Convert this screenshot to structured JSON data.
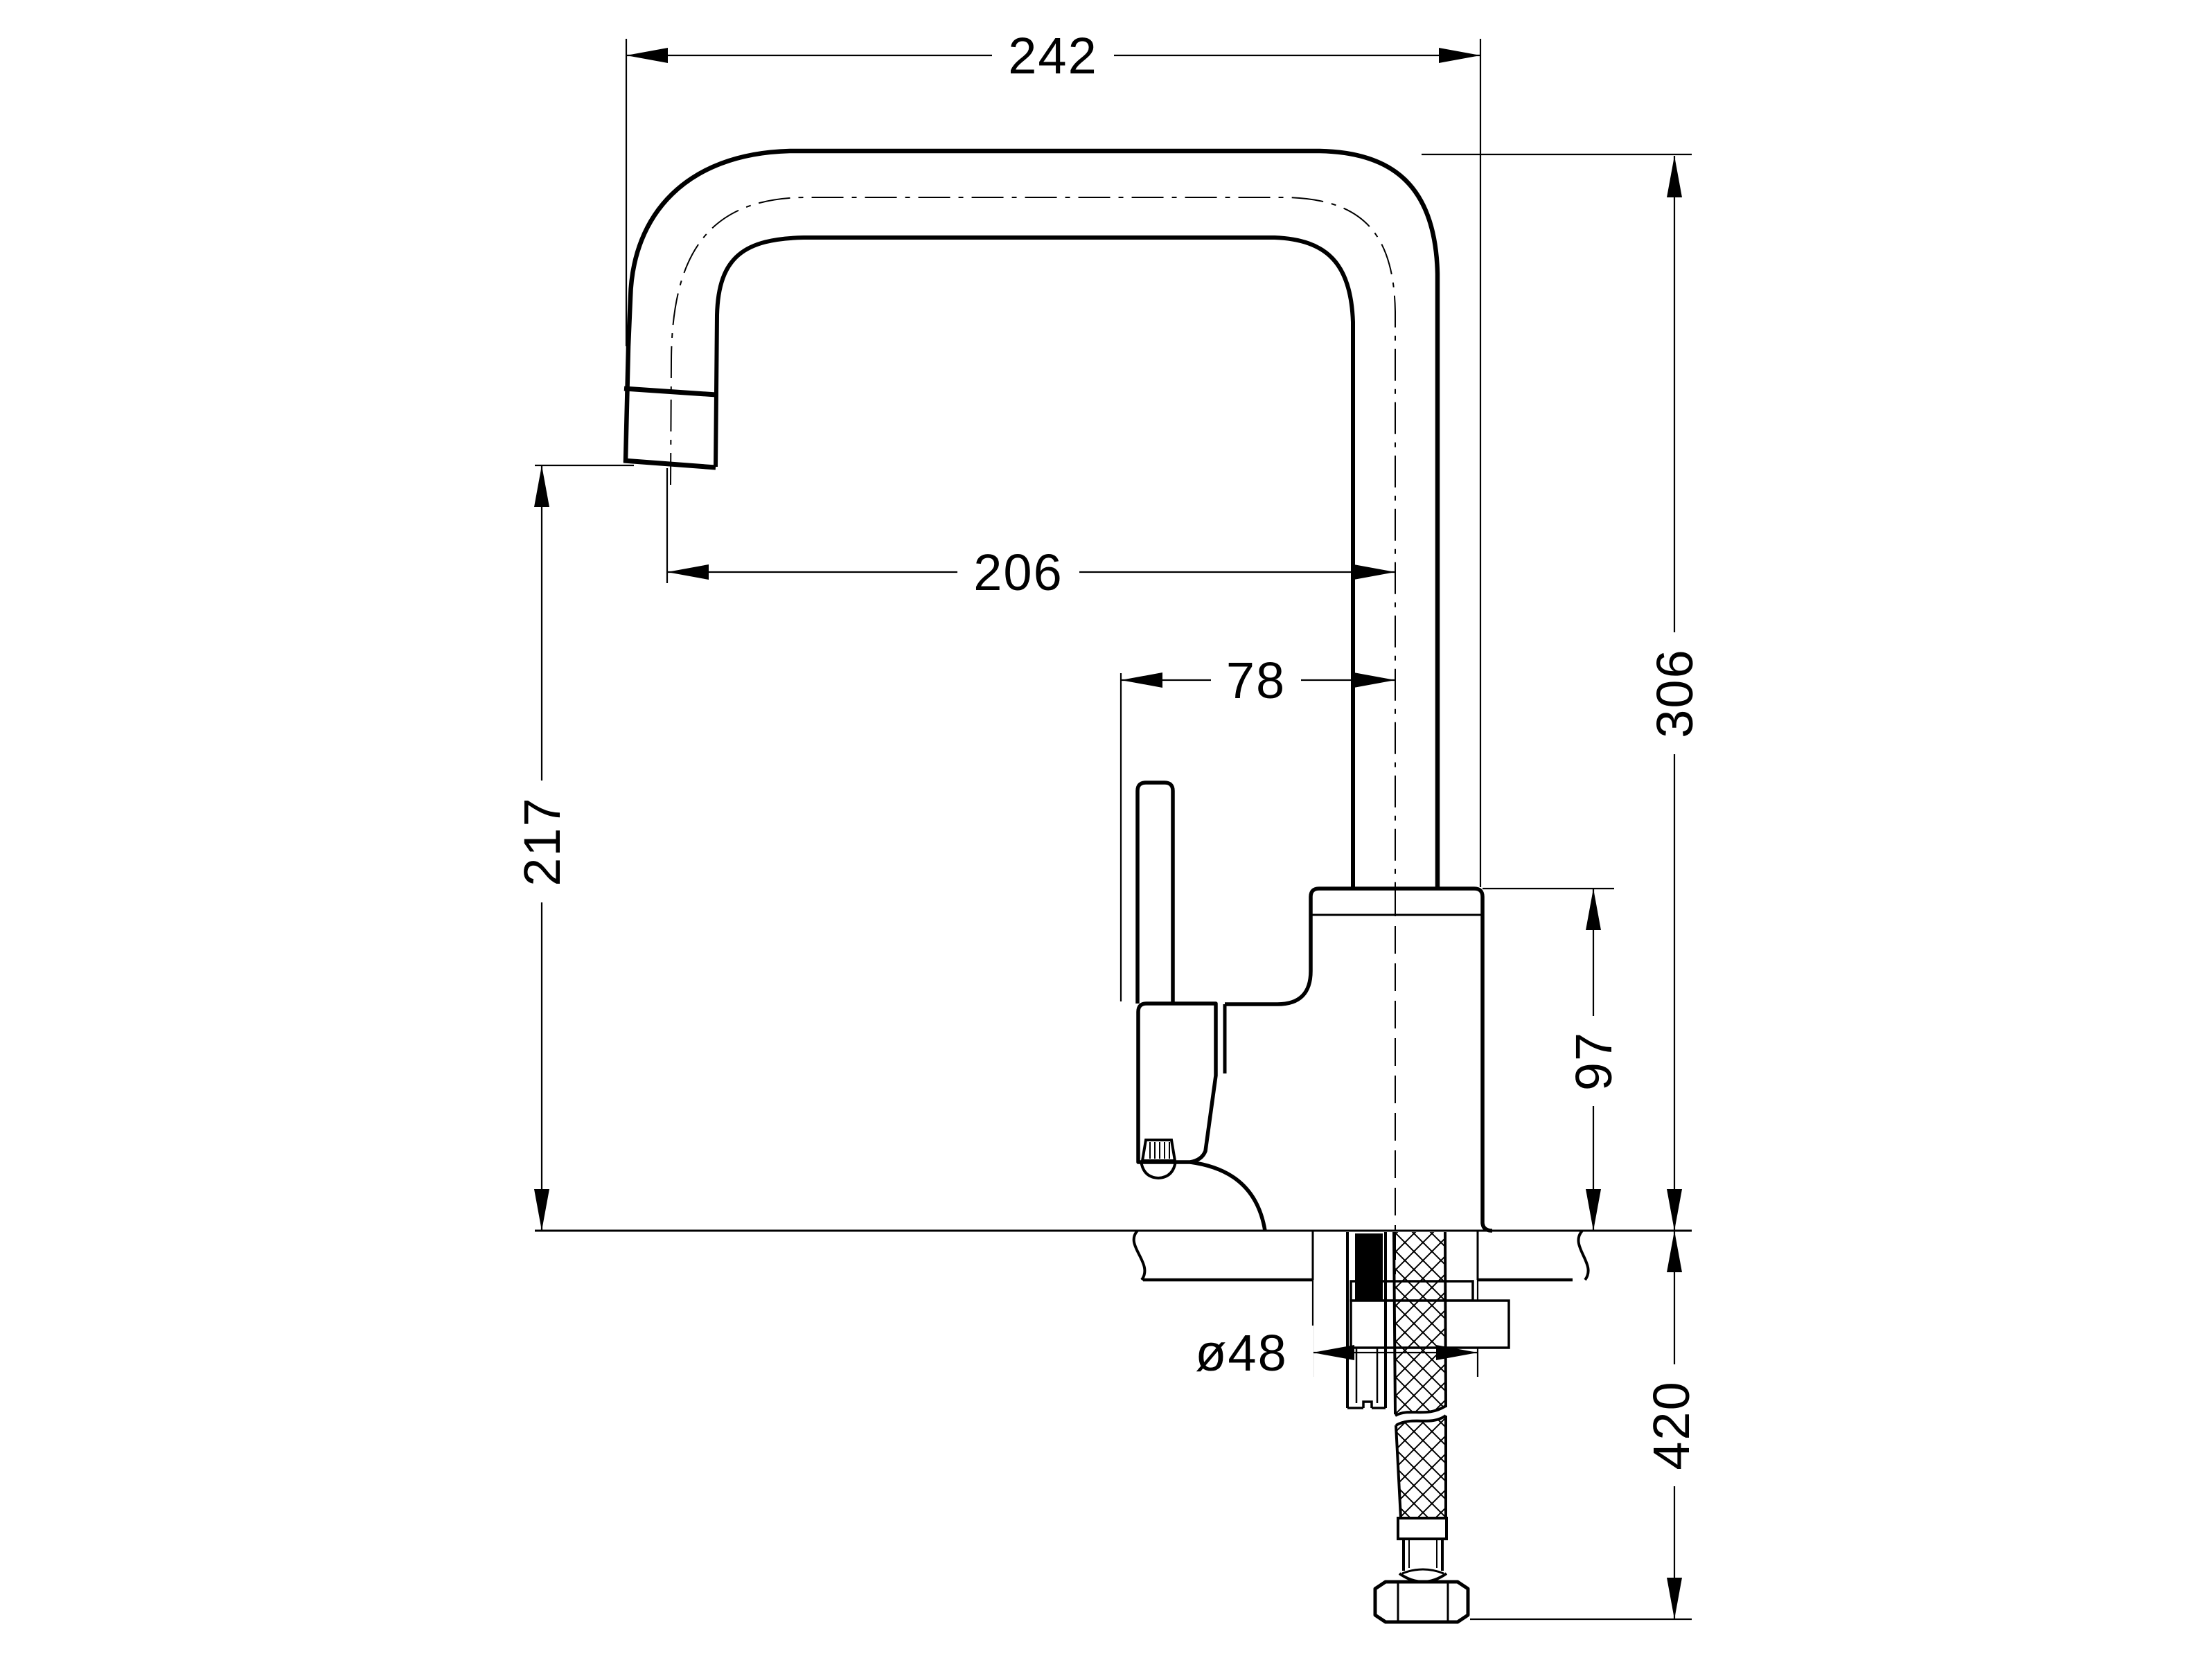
{
  "drawing": {
    "kind": "technical-drawing",
    "subject": "kitchen mixer tap side elevation with installation hose",
    "background_color": "#ffffff",
    "line_color": "#000000",
    "dimensions": {
      "overall_width": "242",
      "spout_reach": "206",
      "handle_to_axis": "78",
      "outlet_height": "217",
      "height_above_deck": "306",
      "body_height": "97",
      "hole_diameter": "ø48",
      "hose_length": "420"
    }
  }
}
